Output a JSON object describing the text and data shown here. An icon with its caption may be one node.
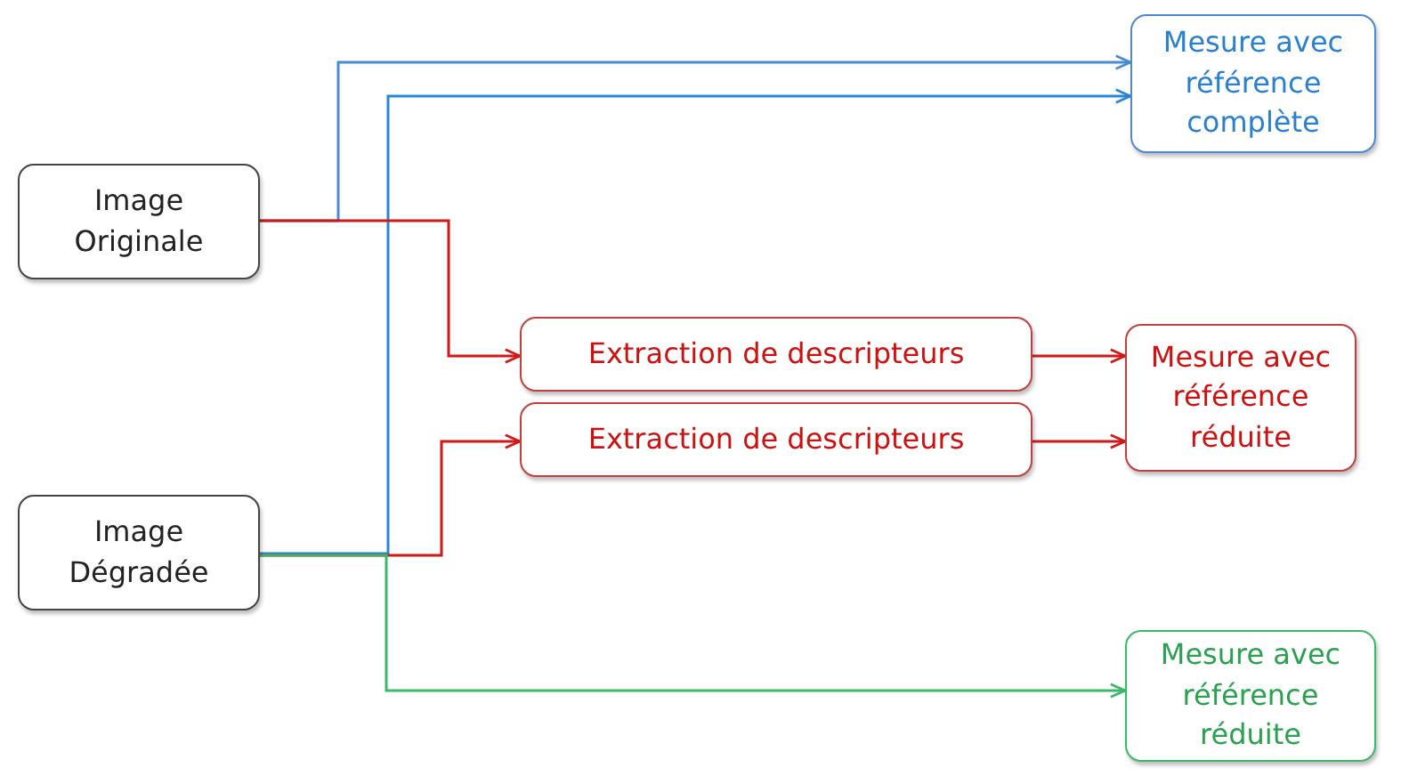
{
  "diagram": {
    "nodes": [
      {
        "text": [
          "Image Originale"
        ]
      },
      {
        "text": [
          "Image Dégradée"
        ]
      },
      {
        "text": [
          "Mesure avec référence complète"
        ]
      },
      {
        "text": [
          "Extraction de descripteurs"
        ]
      },
      {
        "text": [
          "Extraction de descripteurs"
        ]
      },
      {
        "text": [
          "Mesure avec référence réduite"
        ]
      },
      {
        "text": [
          "Mesure avec référence réduite"
        ]
      }
    ],
    "edges": [
      {
        "from": 0,
        "to": 2,
        "arrow": "to",
        "color": "#4a8ad0"
      },
      {
        "from": 1,
        "to": 2,
        "arrow": "to",
        "color": "#2a85d4"
      },
      {
        "from": 0,
        "to": 3,
        "arrow": "to"
      },
      {
        "from": 1,
        "to": 4,
        "arrow": "to"
      },
      {
        "from": 3,
        "to": 5,
        "arrow": "to"
      },
      {
        "from": 4,
        "to": 5,
        "arrow": "to"
      },
      {
        "from": 1,
        "to": 6,
        "arrow": "to",
        "color": "#3cb86a"
      }
    ]
  }
}
